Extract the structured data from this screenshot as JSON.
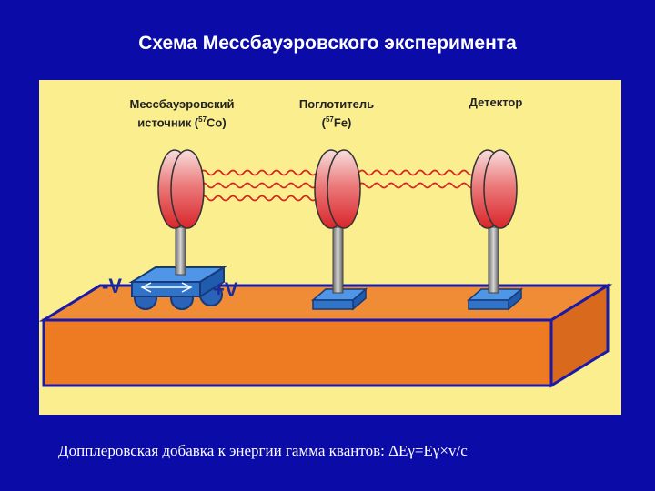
{
  "title": "Схема Мессбауэровского эксперимента",
  "labels": {
    "source_line1": "Мессбауэровский",
    "source_line2_pre": "источник (",
    "source_isotope_mass": "57",
    "source_isotope": "Co)",
    "absorber_line1": "Поглотитель",
    "absorber_pre": "(",
    "absorber_isotope_mass": "57",
    "absorber_isotope": "Fe)",
    "detector": "Детектор"
  },
  "velocity": {
    "minus": "-V",
    "plus": "+V"
  },
  "caption": "Допплеровская добавка к энергии гамма квантов:  ΔEγ=Eγ×v/c",
  "colors": {
    "background": "#0b0ca8",
    "panel": "#fbee8e",
    "table": "#ee7a22",
    "cart": "#2f74c9",
    "disc": "#e0474a",
    "wave": "#d8231c"
  }
}
